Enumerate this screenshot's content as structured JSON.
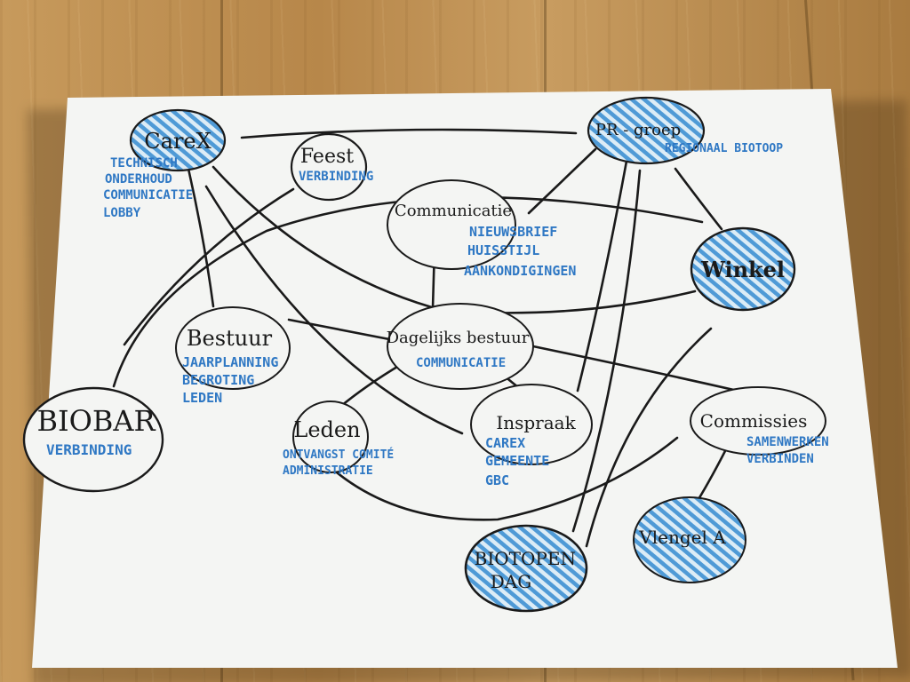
{
  "colors": {
    "ink": "#1a1a1a",
    "blue_ink": "#2f78c4",
    "hatch_fill": "#8cc2e6",
    "paper": "#f4f5f3",
    "wood": "#b98a4c"
  },
  "nodes": {
    "carex": {
      "label": "CareX",
      "notes": [
        "TECHNISCH",
        "ONDERHOUD",
        "COMMUNICATIE",
        "LOBBY"
      ]
    },
    "feest": {
      "label": "Feest",
      "notes": [
        "VERBINDING"
      ]
    },
    "pr_groep": {
      "label": "PR - groep",
      "notes": [
        "REGIONAAL BIOTOOP"
      ]
    },
    "communicatie": {
      "label": "Communicatie",
      "notes": [
        "NIEUWSBRIEF",
        "HUISSTIJL",
        "AANKONDIGINGEN"
      ]
    },
    "winkel": {
      "label": "Winkel",
      "notes": []
    },
    "bestuur": {
      "label": "Bestuur",
      "notes": [
        "JAARPLANNING",
        "BEGROTING",
        "LEDEN"
      ]
    },
    "dagelijks_bestuur": {
      "label": "Dagelijks bestuur",
      "notes": [
        "COMMUNICATIE"
      ]
    },
    "biobar": {
      "label": "BIOBAR",
      "notes": [
        "VERBINDING"
      ]
    },
    "leden": {
      "label": "Leden",
      "notes": [
        "ONTVANGST COMITÉ",
        "ADMINISTRATIE"
      ]
    },
    "inspraak": {
      "label": "Inspraak",
      "notes": [
        "CAREX",
        "GEMEENTE",
        "GBC"
      ]
    },
    "commissies": {
      "label": "Commissies",
      "notes": [
        "SAMENWERKEN",
        "VERBINDEN"
      ]
    },
    "biotopendag": {
      "label": "BIOTOPEN DAG",
      "label_lines": [
        "BIOTOPEN",
        "DAG"
      ],
      "notes": []
    },
    "vlengel": {
      "label": "Vlengel A",
      "notes": []
    }
  }
}
